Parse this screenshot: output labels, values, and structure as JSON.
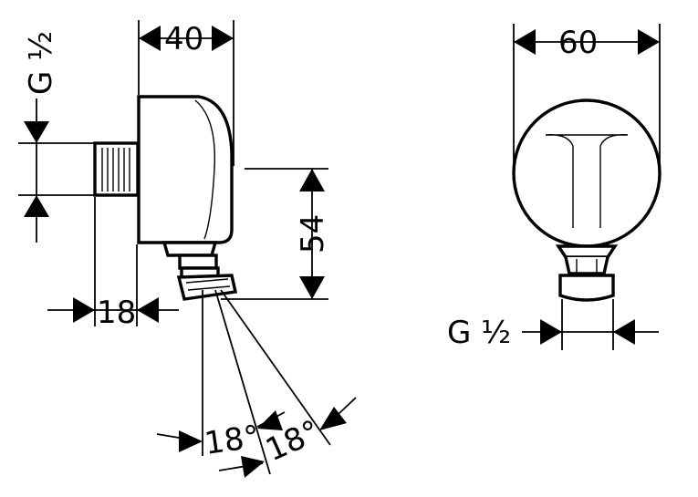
{
  "dimensions": {
    "thread_side": "G ½",
    "width_side": "40",
    "height_side": "54",
    "offset_side": "18",
    "angle_1": "18°",
    "angle_2": "18°",
    "width_front": "60",
    "thread_front": "G ½"
  }
}
